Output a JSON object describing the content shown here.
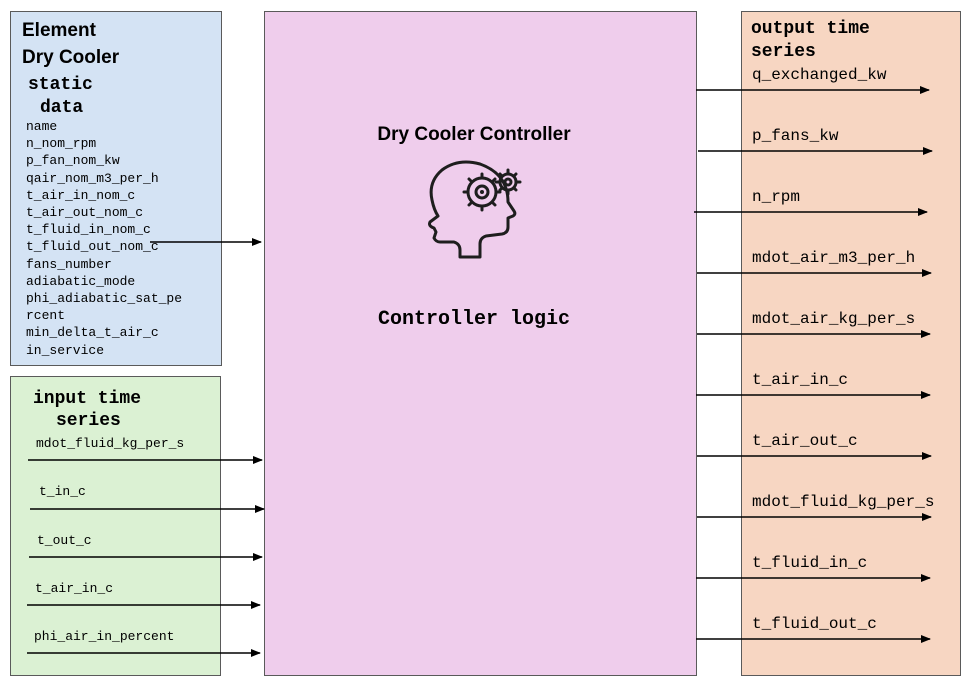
{
  "element": {
    "title_line1": "Element",
    "title_line2": "Dry Cooler",
    "static_title_line1": "static",
    "static_title_line2": "data",
    "static_fields": [
      "name",
      "n_nom_rpm",
      "p_fan_nom_kw",
      "qair_nom_m3_per_h",
      "t_air_in_nom_c",
      "t_air_out_nom_c",
      "t_fluid_in_nom_c",
      "t_fluid_out_nom_c",
      "fans_number",
      "adiabatic_mode",
      "phi_adiabatic_sat_pe",
      "rcent",
      "min_delta_t_air_c",
      "in_service"
    ]
  },
  "input": {
    "title_line1": "input time",
    "title_line2": "series",
    "fields": [
      "mdot_fluid_kg_per_s",
      "t_in_c",
      "t_out_c",
      "t_air_in_c",
      "phi_air_in_percent"
    ]
  },
  "controller": {
    "title": "Dry Cooler Controller",
    "logic_label": "Controller logic",
    "icon": "head-gear-icon"
  },
  "output": {
    "title_line1": "output time",
    "title_line2": "series",
    "fields": [
      "q_exchanged_kw",
      "p_fans_kw",
      "n_rpm",
      "mdot_air_m3_per_h",
      "mdot_air_kg_per_s",
      "t_air_in_c",
      "t_air_out_c",
      "mdot_fluid_kg_per_s",
      "t_fluid_in_c",
      "t_fluid_out_c"
    ]
  },
  "colors": {
    "static_panel": "#d4e3f4",
    "input_panel": "#dbf1d3",
    "controller": "#efcdec",
    "output_panel": "#f7d6c2"
  }
}
